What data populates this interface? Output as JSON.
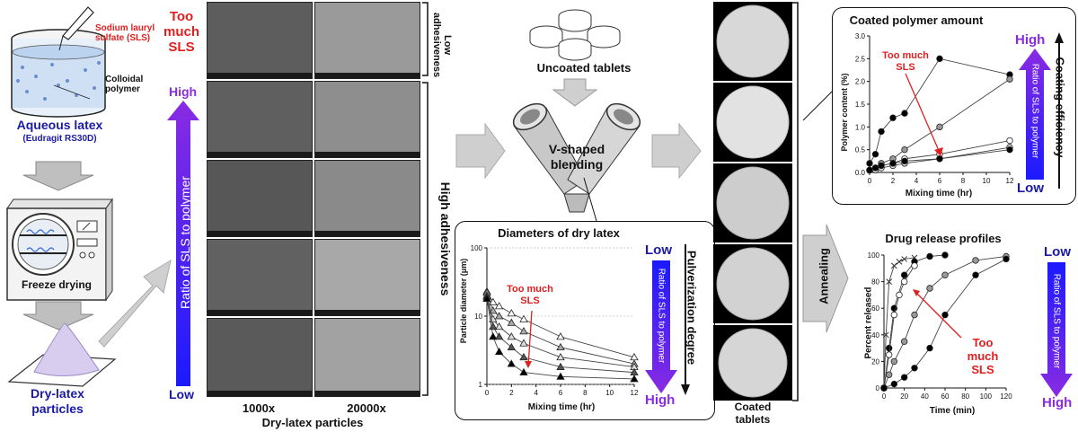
{
  "left": {
    "sls_label": "Sodium lauryl sulfate (SLS)",
    "colloid_label": "Colloidal polymer",
    "latex_title": "Aqueous latex",
    "latex_sub": "(Eudragit RS30D)",
    "freeze_label": "Freeze drying",
    "dry_label_1": "Dry-latex",
    "dry_label_2": "particles"
  },
  "sls_axis": {
    "too_much": "Too much SLS",
    "high": "High",
    "low": "Low",
    "arrow_label": "Ratio of SLS to polymer",
    "gradient_top": "#8a2be2",
    "gradient_bottom": "#1a1aff"
  },
  "sem": {
    "col1": "1000x",
    "col2": "20000x",
    "caption": "Dry-latex particles",
    "low_adh": "Low adhesiveness",
    "high_adh": "High adhesiveness"
  },
  "mid": {
    "uncoated": "Uncoated tablets",
    "blend_1": "V-shaped",
    "blend_2": "blending",
    "coated_1": "Coated",
    "coated_2": "tablets",
    "annealing": "Annealing"
  },
  "dia_panel": {
    "title": "Diameters of dry latex",
    "ylabel": "Particle diameter (μm)",
    "xlabel": "Mixing time (hr)",
    "annot": "Too much SLS",
    "side_label": "Pulverization degree",
    "low": "Low",
    "high": "High",
    "arrow_label": "Ratio of SLS to polymer",
    "yticks": [
      "100",
      "10",
      "1"
    ],
    "xticks": [
      "0",
      "2",
      "4",
      "6",
      "8",
      "10",
      "12"
    ]
  },
  "coat_panel": {
    "title": "Coated polymer amount",
    "ylabel": "Polymer content (%)",
    "xlabel": "Mixing time (hr)",
    "annot": "Too much SLS",
    "side_label": "Coating efficiency",
    "high": "High",
    "low": "Low",
    "arrow_label": "Ratio of SLS to polymer",
    "yticks": [
      "0.0",
      "0.5",
      "1.0",
      "1.5",
      "2.0",
      "2.5",
      "3.0"
    ],
    "xticks": [
      "0",
      "2",
      "4",
      "6",
      "8",
      "10",
      "12"
    ]
  },
  "rel_panel": {
    "title": "Drug release profiles",
    "ylabel": "Percent released",
    "xlabel": "Time (min)",
    "annot": "Too much SLS",
    "low": "Low",
    "high": "High",
    "arrow_label": "Ratio of SLS to polymer",
    "yticks": [
      "0",
      "20",
      "40",
      "60",
      "80",
      "100"
    ],
    "xticks": [
      "0",
      "20",
      "40",
      "60",
      "80",
      "100",
      "120"
    ]
  },
  "chart_data": [
    {
      "type": "line",
      "title": "Diameters of dry latex",
      "xlabel": "Mixing time (hr)",
      "ylabel": "Particle diameter (μm)",
      "yscale": "log",
      "ylim": [
        1,
        100
      ],
      "xlim": [
        0,
        12
      ],
      "x": [
        0,
        0.5,
        1,
        2,
        3,
        6,
        12
      ],
      "series": [
        {
          "marker": "open-triangle",
          "values": [
            23,
            16,
            14,
            11,
            9,
            5,
            2.5
          ]
        },
        {
          "marker": "grey-triangle",
          "values": [
            22,
            12,
            10,
            8,
            6,
            3.5,
            2
          ]
        },
        {
          "marker": "light-triangle",
          "values": [
            20,
            9,
            7,
            5,
            4,
            2.5,
            1.8
          ]
        },
        {
          "marker": "dark-triangle",
          "values": [
            19,
            7,
            5,
            3.5,
            2.5,
            1.8,
            1.5
          ]
        },
        {
          "marker": "black-triangle",
          "values": [
            18,
            5,
            3,
            2,
            1.5,
            1.3,
            1.2
          ]
        }
      ]
    },
    {
      "type": "line",
      "title": "Coated polymer amount",
      "xlabel": "Mixing time (hr)",
      "ylabel": "Polymer content (%)",
      "ylim": [
        0,
        3
      ],
      "xlim": [
        0,
        12
      ],
      "x": [
        0,
        0.5,
        1,
        2,
        3,
        6,
        12
      ],
      "series": [
        {
          "marker": "black",
          "values": [
            0.2,
            0.4,
            0.9,
            1.2,
            1.3,
            2.5,
            2.15
          ]
        },
        {
          "marker": "grey",
          "values": [
            0.05,
            0.1,
            0.2,
            0.3,
            0.5,
            1.0,
            2.05
          ]
        },
        {
          "marker": "white",
          "values": [
            0.05,
            0.1,
            0.15,
            0.2,
            0.3,
            0.4,
            0.7
          ]
        },
        {
          "marker": "light",
          "values": [
            0.05,
            0.05,
            0.1,
            0.15,
            0.2,
            0.3,
            0.55
          ]
        },
        {
          "marker": "black-small",
          "values": [
            0.05,
            0.1,
            0.15,
            0.2,
            0.25,
            0.3,
            0.5
          ]
        }
      ]
    },
    {
      "type": "line",
      "title": "Drug release profiles",
      "xlabel": "Time (min)",
      "ylabel": "Percent released",
      "ylim": [
        0,
        100
      ],
      "xlim": [
        0,
        120
      ],
      "series": [
        {
          "marker": "cross",
          "x": [
            0,
            2,
            5,
            10,
            15,
            20,
            30
          ],
          "values": [
            0,
            40,
            80,
            92,
            95,
            97,
            98
          ]
        },
        {
          "marker": "black-fast",
          "x": [
            0,
            5,
            10,
            20,
            30,
            45,
            60
          ],
          "values": [
            0,
            30,
            60,
            85,
            95,
            99,
            100
          ]
        },
        {
          "marker": "open",
          "x": [
            0,
            5,
            10,
            15,
            20,
            30
          ],
          "values": [
            0,
            25,
            55,
            70,
            80,
            92
          ]
        },
        {
          "marker": "grey",
          "x": [
            0,
            5,
            10,
            20,
            30,
            45,
            60,
            90,
            120
          ],
          "values": [
            0,
            10,
            20,
            35,
            55,
            75,
            85,
            96,
            99
          ]
        },
        {
          "marker": "black-slow",
          "x": [
            0,
            10,
            20,
            30,
            45,
            60,
            90,
            120
          ],
          "values": [
            0,
            3,
            8,
            15,
            30,
            55,
            85,
            97
          ]
        }
      ]
    }
  ]
}
